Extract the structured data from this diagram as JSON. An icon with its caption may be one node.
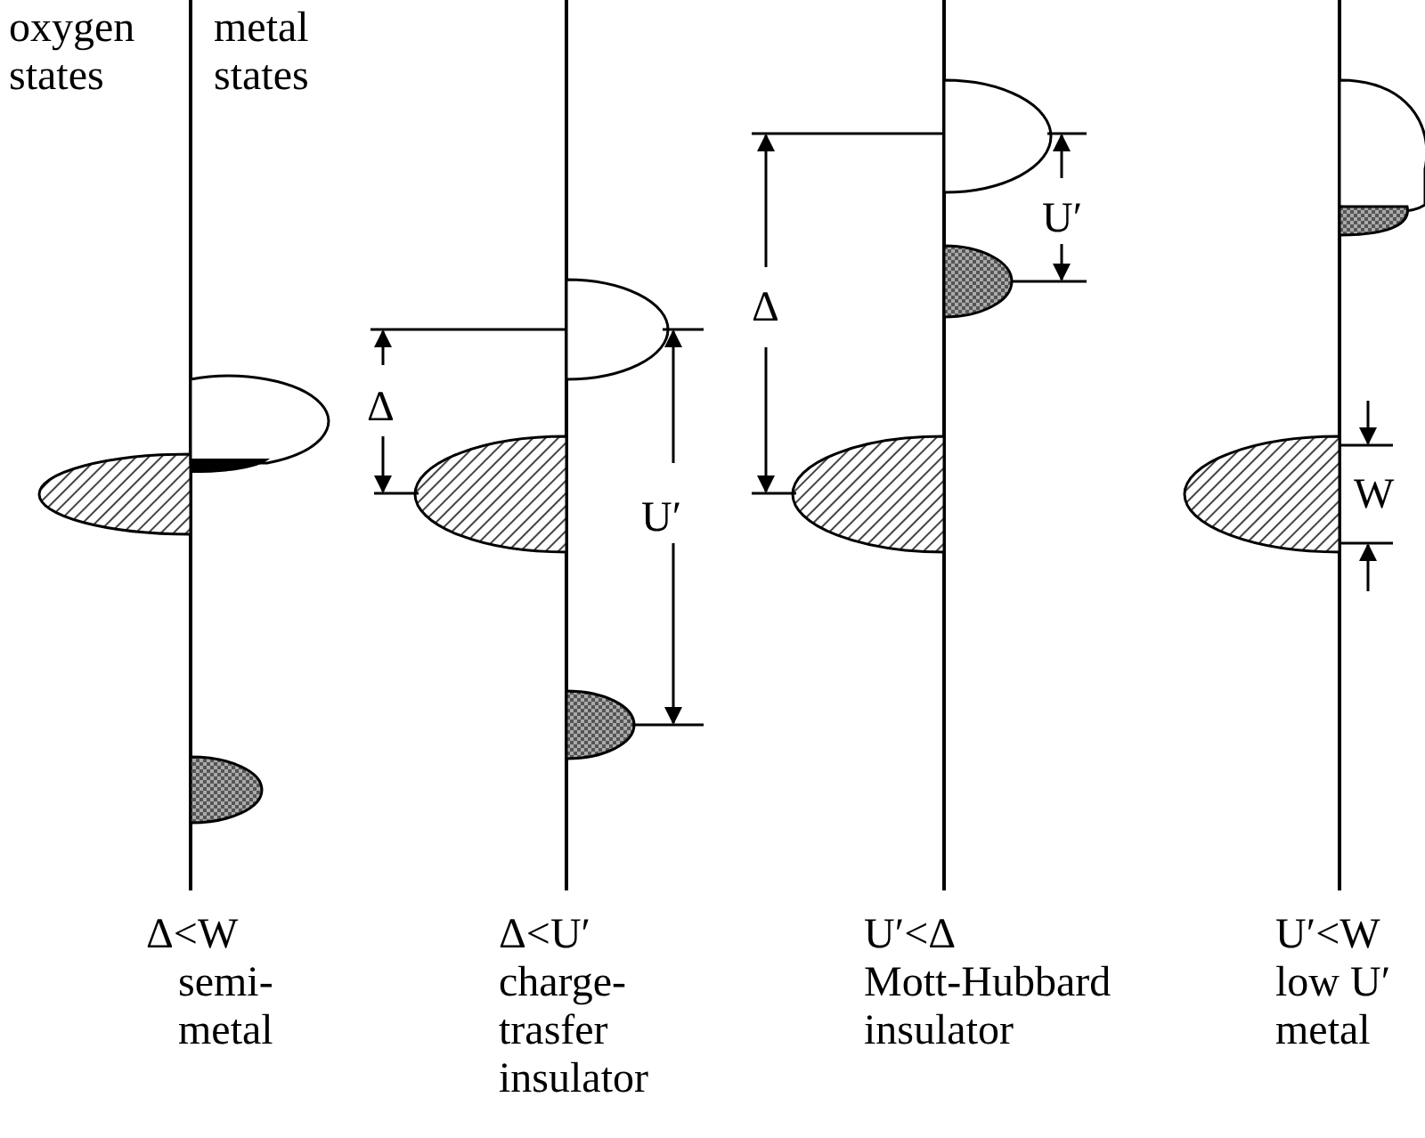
{
  "diagram": {
    "labels": [
      "oxygen states",
      "metal states",
      "Δ",
      "U′",
      "Δ",
      "U′",
      "W",
      "Δ<W",
      "semi-metal",
      "Δ<U′",
      "charge-trasfer insulator",
      "U′<Δ",
      "Mott-Hubbard insulator",
      "U′<W",
      "low U′",
      "metal"
    ]
  }
}
